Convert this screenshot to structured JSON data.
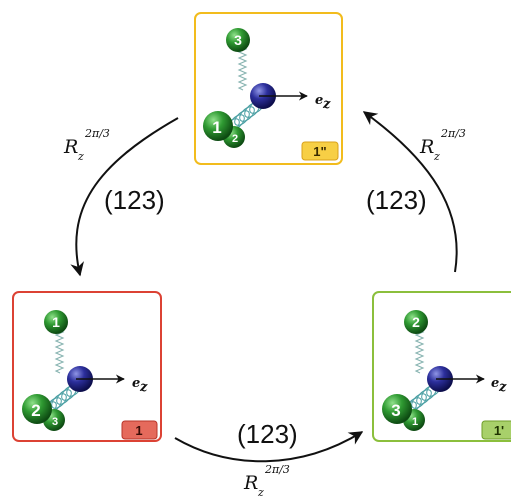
{
  "permutation_label": "(123)",
  "rotation": {
    "symbol": "R",
    "subscript": "z",
    "superscript": "2π/3"
  },
  "axis_label": {
    "main": "e",
    "sub": "z"
  },
  "states": [
    {
      "id": "top",
      "badge": "1\"",
      "color": "#f2bc1d",
      "badge_fill": "#f7cf45",
      "spheres": {
        "far": "3",
        "near_big": "1",
        "near_small": "2"
      }
    },
    {
      "id": "left",
      "badge": "1",
      "color": "#dc4234",
      "badge_fill": "#e56a5c",
      "spheres": {
        "far": "1",
        "near_big": "2",
        "near_small": "3"
      }
    },
    {
      "id": "right",
      "badge": "1'",
      "color": "#8bbf3c",
      "badge_fill": "#a8d06a",
      "spheres": {
        "far": "2",
        "near_big": "3",
        "near_small": "1"
      }
    }
  ]
}
